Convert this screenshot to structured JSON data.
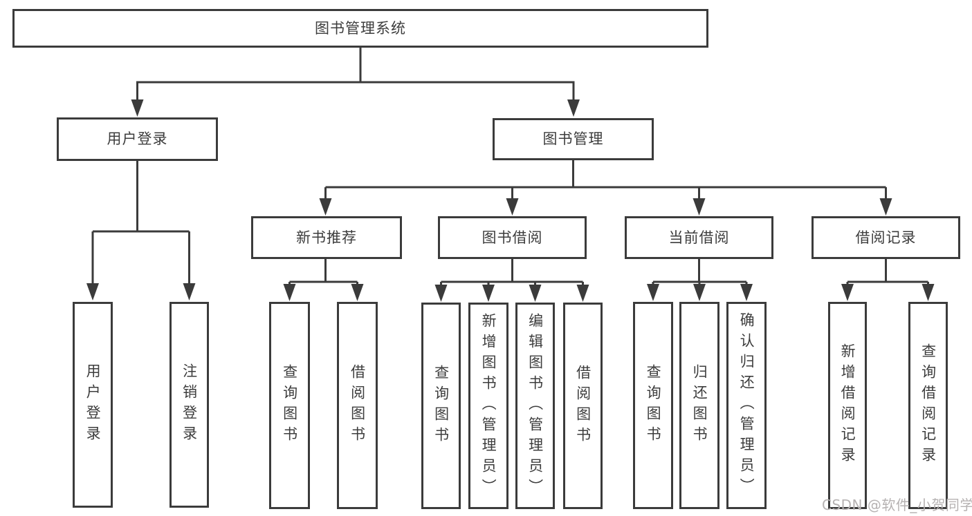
{
  "diagram_title": "图书管理系统",
  "nodes": [
    {
      "id": "library-system",
      "label": "图书管理系统"
    },
    {
      "id": "user-login",
      "label": "用户登录"
    },
    {
      "id": "book-management",
      "label": "图书管理"
    },
    {
      "id": "new-book-recommendation",
      "label": "新书推荐"
    },
    {
      "id": "book-borrowing",
      "label": "图书借阅"
    },
    {
      "id": "current-borrowing",
      "label": "当前借阅"
    },
    {
      "id": "borrowing-records",
      "label": "借阅记录"
    },
    {
      "id": "user-login-action",
      "label": "用户登录"
    },
    {
      "id": "logout-action",
      "label": "注销登录"
    },
    {
      "id": "query-books-1",
      "label": "查询图书"
    },
    {
      "id": "borrow-books-1",
      "label": "借阅图书"
    },
    {
      "id": "query-books-2",
      "label": "查询图书"
    },
    {
      "id": "add-books-admin",
      "label": "新增图书（管理员）"
    },
    {
      "id": "edit-books-admin",
      "label": "编辑图书（管理员）"
    },
    {
      "id": "borrow-books-2",
      "label": "借阅图书"
    },
    {
      "id": "query-books-3",
      "label": "查询图书"
    },
    {
      "id": "return-books",
      "label": "归还图书"
    },
    {
      "id": "confirm-return-admin",
      "label": "确认归还（管理员）"
    },
    {
      "id": "add-borrow-record",
      "label": "新增借阅记录"
    },
    {
      "id": "query-borrow-record",
      "label": "查询借阅记录"
    }
  ],
  "edges": [
    [
      "library-system",
      "user-login"
    ],
    [
      "library-system",
      "book-management"
    ],
    [
      "user-login",
      "user-login-action"
    ],
    [
      "user-login",
      "logout-action"
    ],
    [
      "book-management",
      "new-book-recommendation"
    ],
    [
      "book-management",
      "book-borrowing"
    ],
    [
      "book-management",
      "current-borrowing"
    ],
    [
      "book-management",
      "borrowing-records"
    ],
    [
      "new-book-recommendation",
      "query-books-1"
    ],
    [
      "new-book-recommendation",
      "borrow-books-1"
    ],
    [
      "book-borrowing",
      "query-books-2"
    ],
    [
      "book-borrowing",
      "add-books-admin"
    ],
    [
      "book-borrowing",
      "edit-books-admin"
    ],
    [
      "book-borrowing",
      "borrow-books-2"
    ],
    [
      "current-borrowing",
      "query-books-3"
    ],
    [
      "current-borrowing",
      "return-books"
    ],
    [
      "current-borrowing",
      "confirm-return-admin"
    ],
    [
      "borrowing-records",
      "add-borrow-record"
    ],
    [
      "borrowing-records",
      "query-borrow-record"
    ]
  ],
  "watermark": {
    "text": "CSDN @软件_小贺同学"
  },
  "colors": {
    "line": "#3b3b3b",
    "text": "#3c3c3c",
    "watermark": "#b6b2b2",
    "background": "#ffffff"
  }
}
